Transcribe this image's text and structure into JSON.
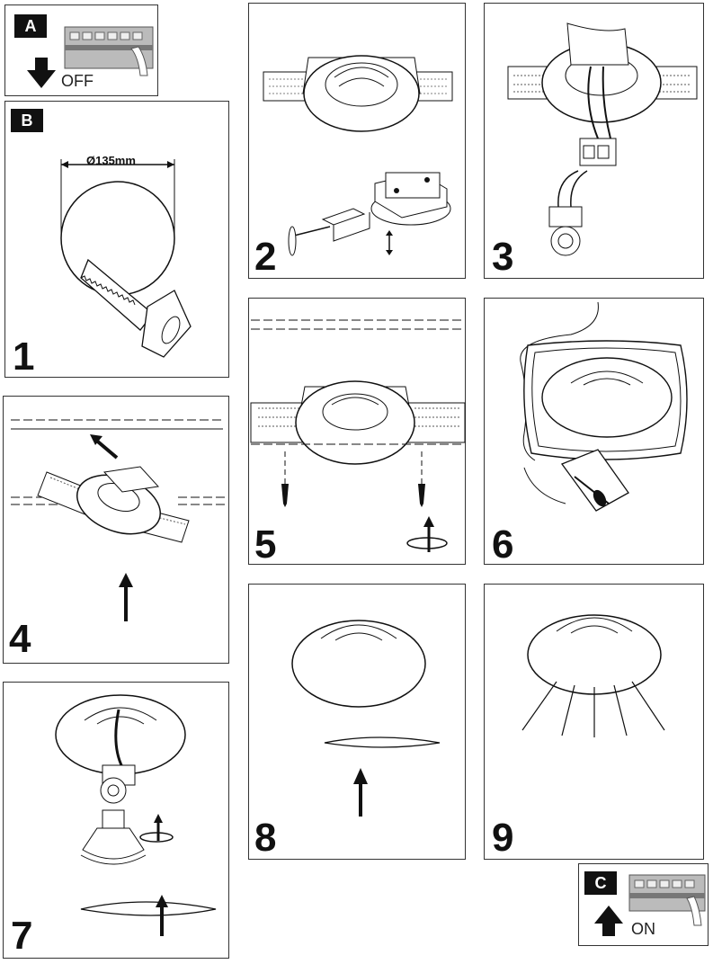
{
  "steps": {
    "a": {
      "badge": "A",
      "caption": "OFF"
    },
    "b": {
      "badge": "B"
    },
    "c": {
      "badge": "C",
      "caption": "ON"
    },
    "s1": {
      "num": "1",
      "dimension": "Ø135mm"
    },
    "s2": {
      "num": "2"
    },
    "s3": {
      "num": "3"
    },
    "s4": {
      "num": "4"
    },
    "s5": {
      "num": "5"
    },
    "s6": {
      "num": "6"
    },
    "s7": {
      "num": "7"
    },
    "s8": {
      "num": "8"
    },
    "s9": {
      "num": "9"
    }
  },
  "icons": {
    "arrow_down": "arrow-down-icon",
    "arrow_up": "arrow-up-icon",
    "breaker": "circuit-breaker-icon"
  }
}
